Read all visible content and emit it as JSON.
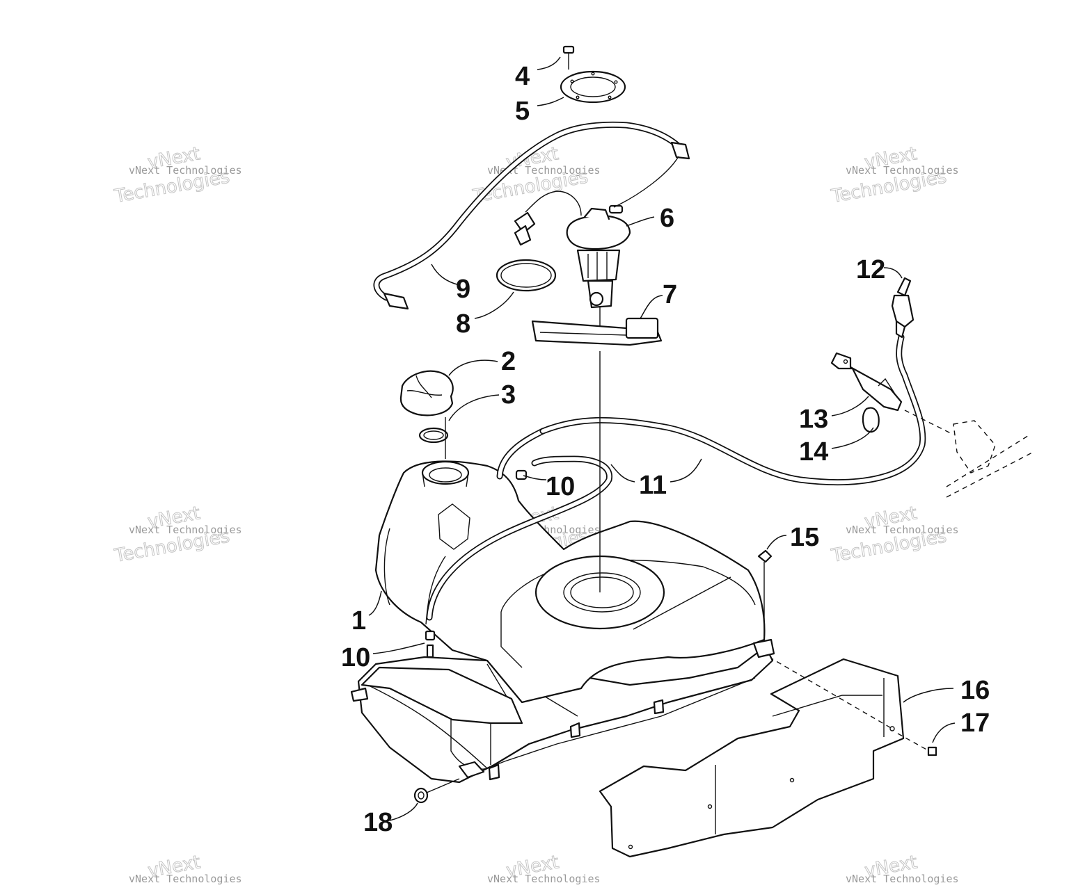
{
  "watermark": {
    "small": "vNext Technologies",
    "big_top": "vNext",
    "big_bottom": "Technologies"
  },
  "callouts": {
    "c1": "1",
    "c2": "2",
    "c3": "3",
    "c4": "4",
    "c5": "5",
    "c6": "6",
    "c7": "7",
    "c8": "8",
    "c9": "9",
    "c10a": "10",
    "c10b": "10",
    "c11": "11",
    "c12": "12",
    "c13": "13",
    "c14": "14",
    "c15": "15",
    "c16": "16",
    "c17": "17",
    "c18": "18"
  }
}
